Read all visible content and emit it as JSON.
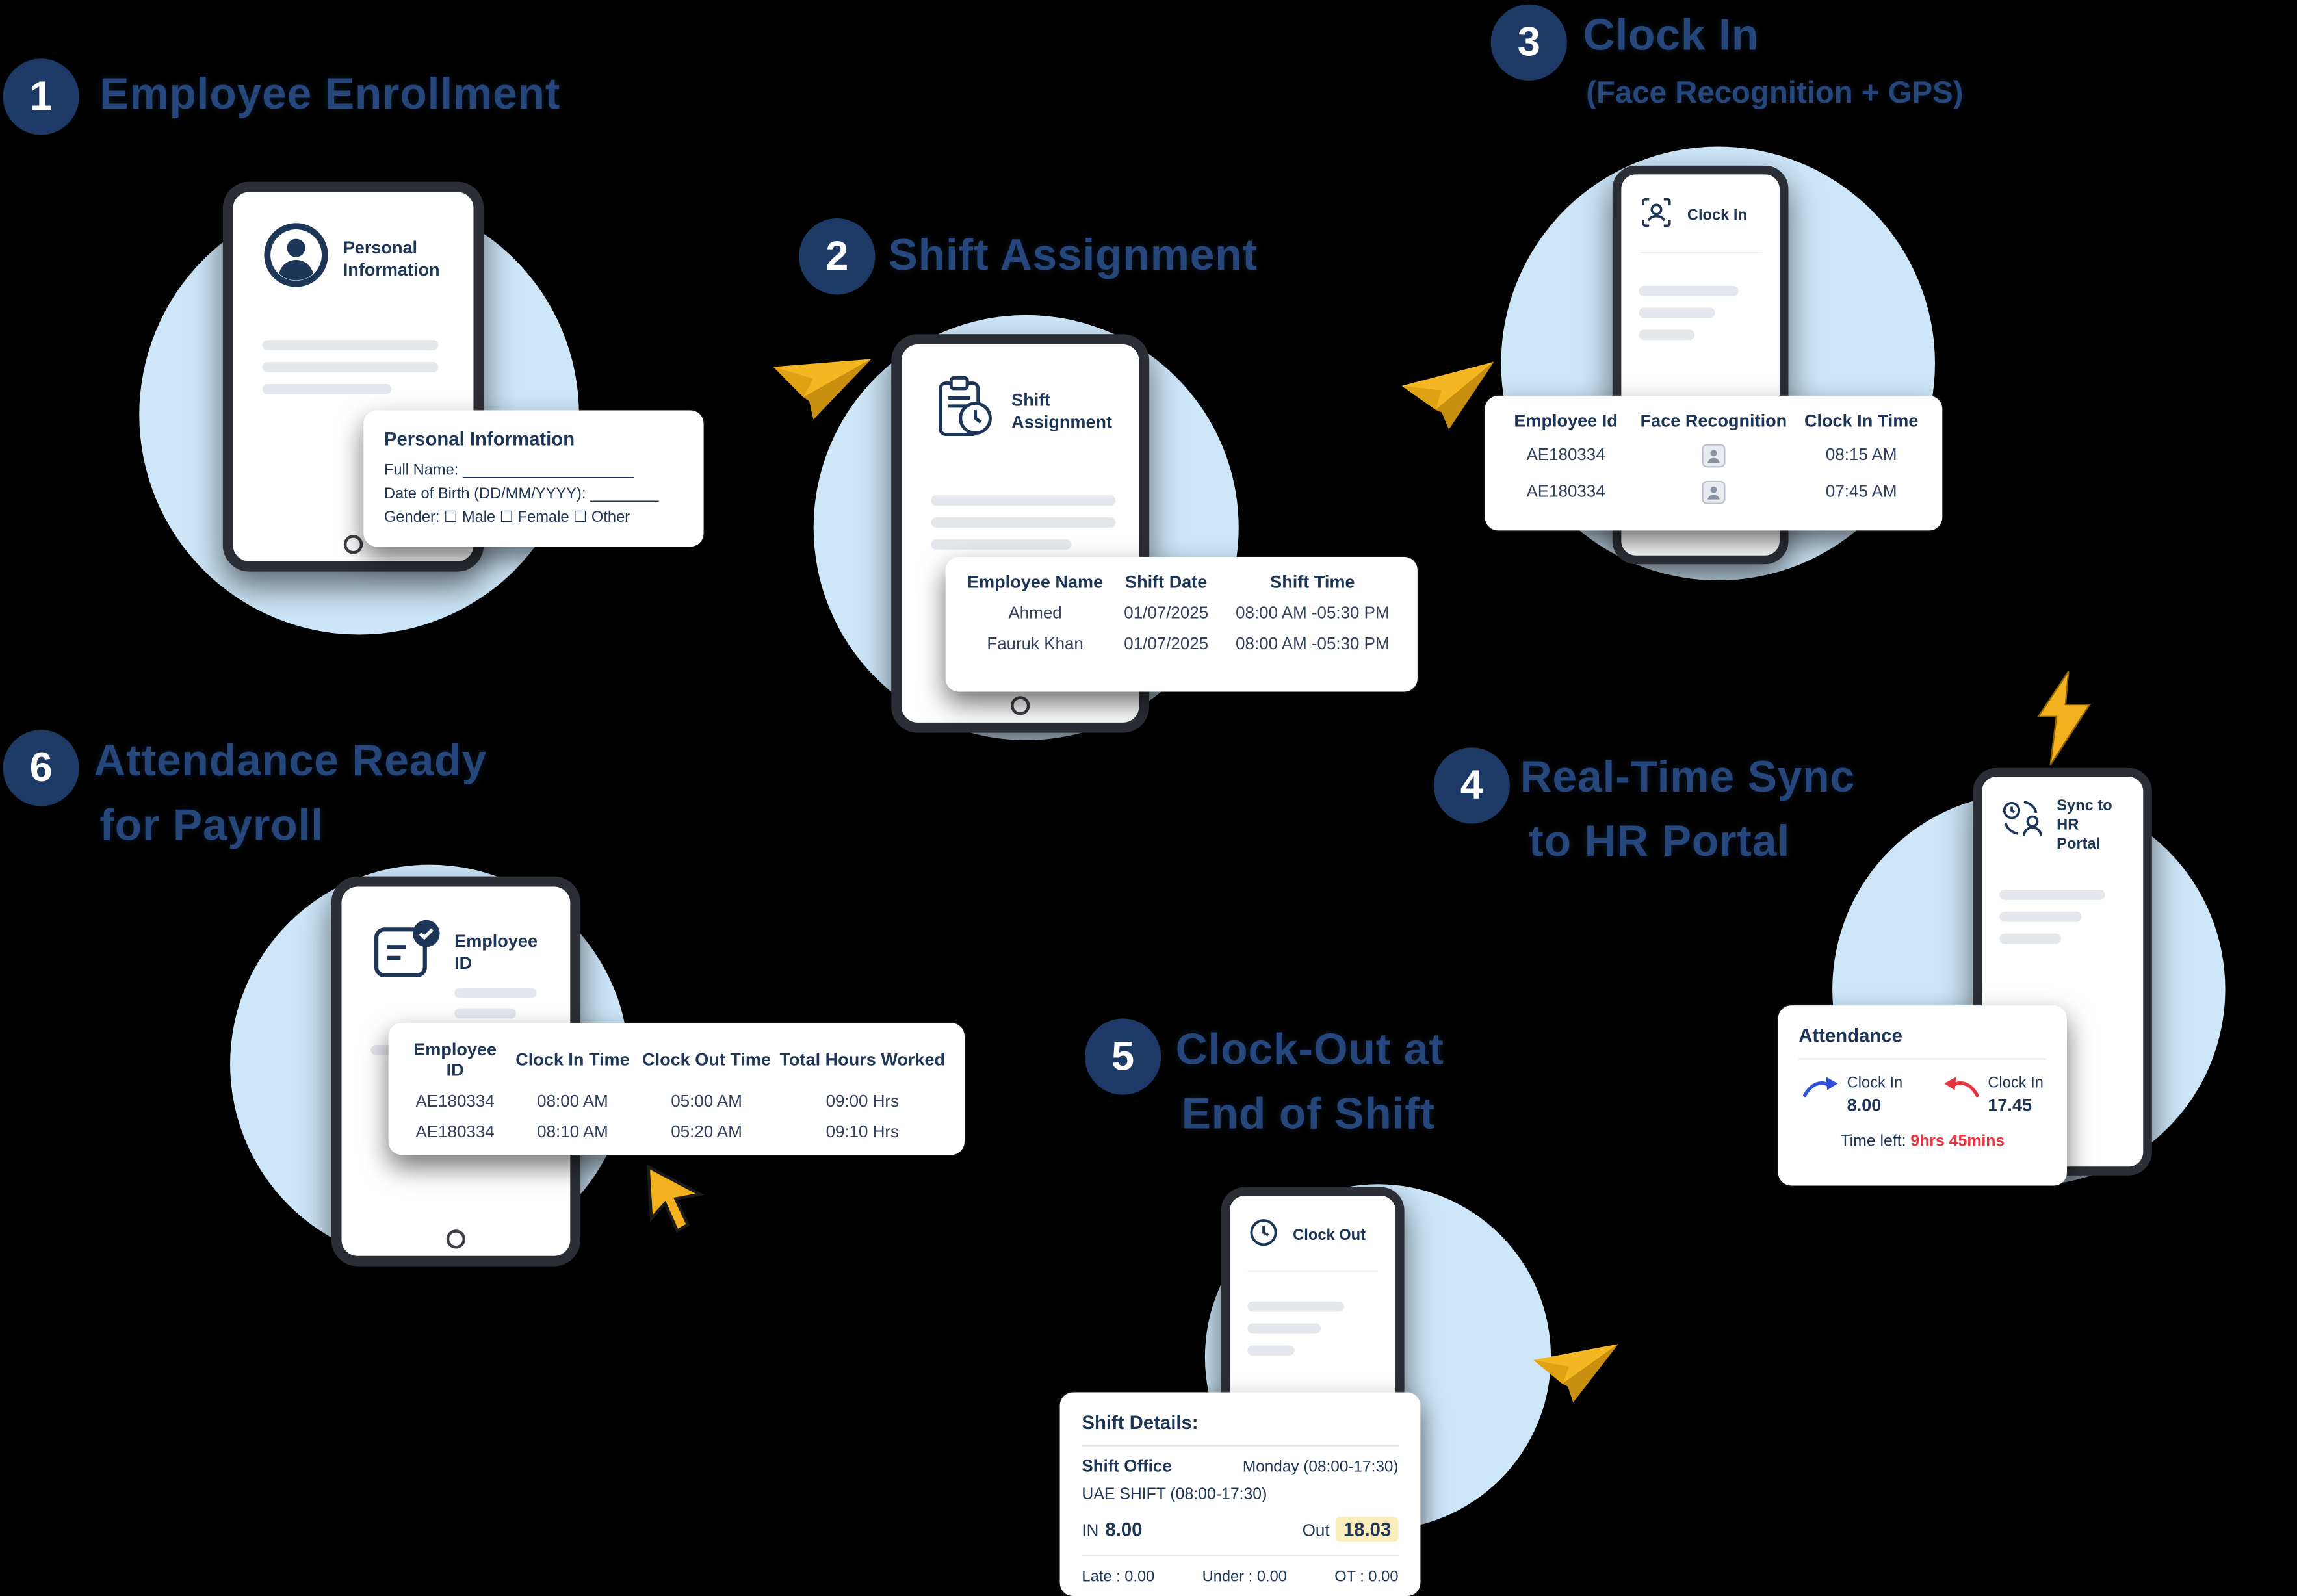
{
  "colors": {
    "background": "#000000",
    "navy_heading": "#26477b",
    "badge_bg": "#1d3a66",
    "card_text": "#1d3557",
    "blob_blue": "#cde6f8",
    "accent_yellow": "#f2b11d",
    "alert_red": "#e8323e",
    "arrow_blue": "#2f4fd8",
    "highlight_yellow": "#fceebc"
  },
  "icons": {
    "step1_device": "person-avatar-icon",
    "step2_device": "clipboard-clock-icon",
    "step3_device": "face-scan-icon",
    "step3_rows": "photo-badge-icon",
    "step4_device": "sync-person-icon",
    "step5_device": "clock-icon",
    "step6_device": "id-card-check-icon",
    "connectors": [
      "paper-plane-icon",
      "lightning-bolt-icon",
      "cursor-arrow-icon"
    ]
  },
  "step1": {
    "badge": "1",
    "title": "Employee Enrollment",
    "screen_title": "Personal Information",
    "form_card": {
      "title": "Personal Information",
      "full_name": "Full Name: ____________________",
      "dob": "Date of Birth (DD/MM/YYYY): ________",
      "gender": "Gender: ☐ Male ☐ Female ☐ Other"
    }
  },
  "step2": {
    "badge": "2",
    "title": "Shift Assignment",
    "screen_title": "Shift Assignment",
    "table": {
      "headers": [
        "Employee Name",
        "Shift Date",
        "Shift Time"
      ],
      "rows": [
        [
          "Ahmed",
          "01/07/2025",
          "08:00 AM -05:30 PM"
        ],
        [
          "Fauruk Khan",
          "01/07/2025",
          "08:00 AM -05:30 PM"
        ]
      ]
    }
  },
  "step3": {
    "badge": "3",
    "title": "Clock In",
    "subtitle": "(Face Recognition + GPS)",
    "screen_title": "Clock In",
    "table": {
      "headers": [
        "Employee Id",
        "Face Recognition",
        "Clock In Time"
      ],
      "rows": [
        [
          "AE180334",
          "08:15 AM"
        ],
        [
          "AE180334",
          "07:45 AM"
        ]
      ]
    }
  },
  "step4": {
    "badge": "4",
    "title_line1": "Real-Time Sync",
    "title_line2": "to HR Portal",
    "screen_title": "Sync to HR Portal",
    "attendance_card": {
      "title": "Attendance",
      "in_label": "Clock In",
      "in_value": "8.00",
      "out_label": "Clock In",
      "out_value": "17.45",
      "time_left_label": "Time left:",
      "time_left_value": "9hrs 45mins"
    }
  },
  "step5": {
    "badge": "5",
    "title_line1": "Clock-Out at",
    "title_line2": "End of Shift",
    "screen_title": "Clock Out",
    "shift_card": {
      "title": "Shift Details:",
      "office_label": "Shift Office",
      "office_value": "Monday (08:00-17:30)",
      "shift_name": "UAE SHIFT (08:00-17:30)",
      "in_label": "IN",
      "in_value": "8.00",
      "out_label": "Out",
      "out_value": "18.03",
      "late": "Late : 0.00",
      "under": "Under : 0.00",
      "ot": "OT : 0.00"
    }
  },
  "step6": {
    "badge": "6",
    "title_line1": "Attendance Ready",
    "title_line2": "for Payroll",
    "screen_title": "Employee ID",
    "table": {
      "headers": [
        "Employee ID",
        "Clock In Time",
        "Clock Out Time",
        "Total Hours Worked"
      ],
      "rows": [
        [
          "AE180334",
          "08:00 AM",
          "05:00 AM",
          "09:00 Hrs"
        ],
        [
          "AE180334",
          "08:10 AM",
          "05:20 AM",
          "09:10 Hrs"
        ]
      ]
    }
  }
}
